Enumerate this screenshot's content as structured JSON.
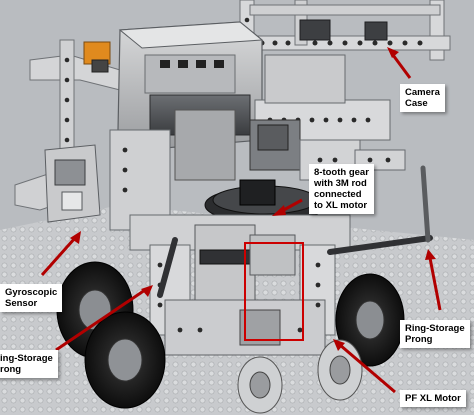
{
  "colors": {
    "background": "#b9bcc0",
    "callout_arrow": "#b10000",
    "label_bg": "#ffffff",
    "highlight_box": "#cc0000"
  },
  "callouts": {
    "camera_case": [
      "Camera",
      "Case"
    ],
    "gear": [
      "8-tooth gear",
      "with 3M rod",
      "connected",
      "to XL motor"
    ],
    "gyro": [
      "Gyroscopic",
      "Sensor"
    ],
    "prong_left": [
      "ing-Storage",
      "rong"
    ],
    "prong_right": [
      "Ring-Storage",
      "Prong"
    ],
    "motor": [
      "PF XL Motor"
    ]
  }
}
